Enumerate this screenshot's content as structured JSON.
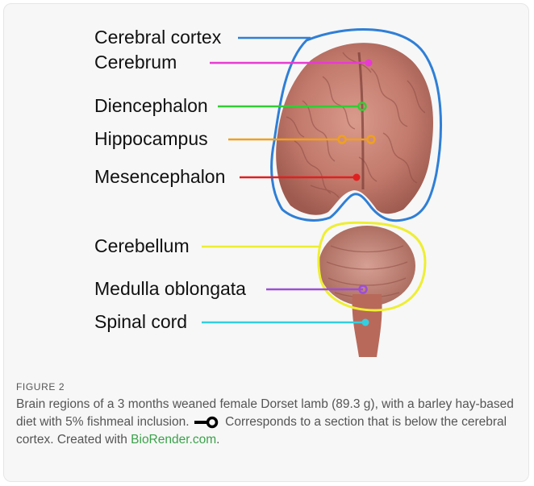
{
  "figure": {
    "labels": [
      {
        "key": "cerebral_cortex",
        "text": "Cerebral cortex",
        "color": "#2f7fd6"
      },
      {
        "key": "cerebrum",
        "text": "Cerebrum",
        "color": "#e83ad2"
      },
      {
        "key": "diencephalon",
        "text": "Diencephalon",
        "color": "#33cc33"
      },
      {
        "key": "hippocampus",
        "text": "Hippocampus",
        "color": "#f0a020"
      },
      {
        "key": "mesencephalon",
        "text": "Mesencephalon",
        "color": "#e02020"
      },
      {
        "key": "cerebellum",
        "text": "Cerebellum",
        "color": "#eeee33"
      },
      {
        "key": "medulla_oblongata",
        "text": "Medulla oblongata",
        "color": "#9b4fd6"
      },
      {
        "key": "spinal_cord",
        "text": "Spinal cord",
        "color": "#33cfe0"
      }
    ]
  },
  "caption": {
    "title": "FIGURE 2",
    "text_before_key": "Brain regions of a 3 months weaned female Dorset lamb (89.3 g), with a barley hay-based diet with 5% fishmeal inclusion.",
    "text_after_key": "Corresponds to a section that is below the cerebral cortex. Created with",
    "link_text": "BioRender.com",
    "trailing": "."
  }
}
